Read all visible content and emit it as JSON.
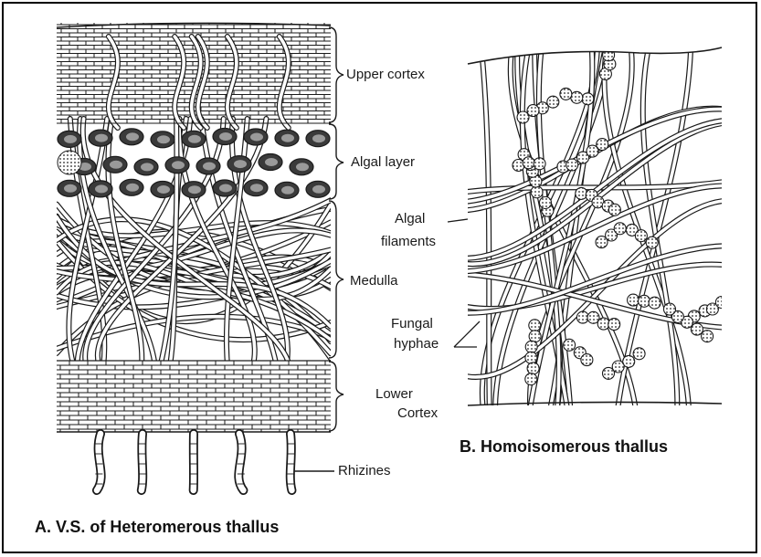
{
  "panel_a": {
    "labels": {
      "upper_cortex": "Upper cortex",
      "algal_layer": "Algal layer",
      "medulla": "Medulla",
      "lower_cortex_1": "Lower",
      "lower_cortex_2": "Cortex",
      "rhizines": "Rhizines"
    },
    "caption": "A. V.S. of Heteromerous thallus"
  },
  "panel_b": {
    "labels": {
      "algal_filaments_1": "Algal",
      "algal_filaments_2": "filaments",
      "fungal_hyphae_1": "Fungal",
      "fungal_hyphae_2": "hyphae"
    },
    "caption": "B. Homoisomerous thallus"
  },
  "colors": {
    "ink": "#1a1a1a",
    "paper": "#ffffff",
    "algal_cell": "#3a3a3a"
  }
}
